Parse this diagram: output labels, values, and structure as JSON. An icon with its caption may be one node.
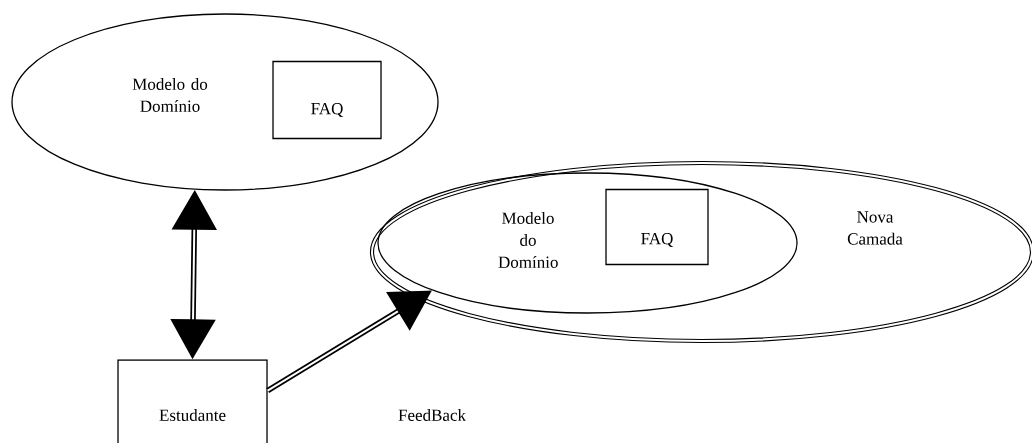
{
  "diagram": {
    "nodes": [
      {
        "text": [
          "Modelo do Domínio"
        ]
      },
      {
        "text": [
          "FAQ"
        ],
        "in": 0
      },
      {
        "text": [
          "Nova Camada"
        ]
      },
      {
        "text": [
          "Modelo do Domínio"
        ],
        "in": 2
      },
      {
        "text": [
          "FAQ"
        ],
        "in": 3
      },
      {
        "text": [
          "Estudante"
        ]
      }
    ],
    "edges": [
      {
        "from": 0,
        "to": 5,
        "arrow": "both"
      },
      {
        "from": 5,
        "to": 3,
        "arrow": "to"
      }
    ],
    "labels": [
      "FeedBack"
    ]
  }
}
